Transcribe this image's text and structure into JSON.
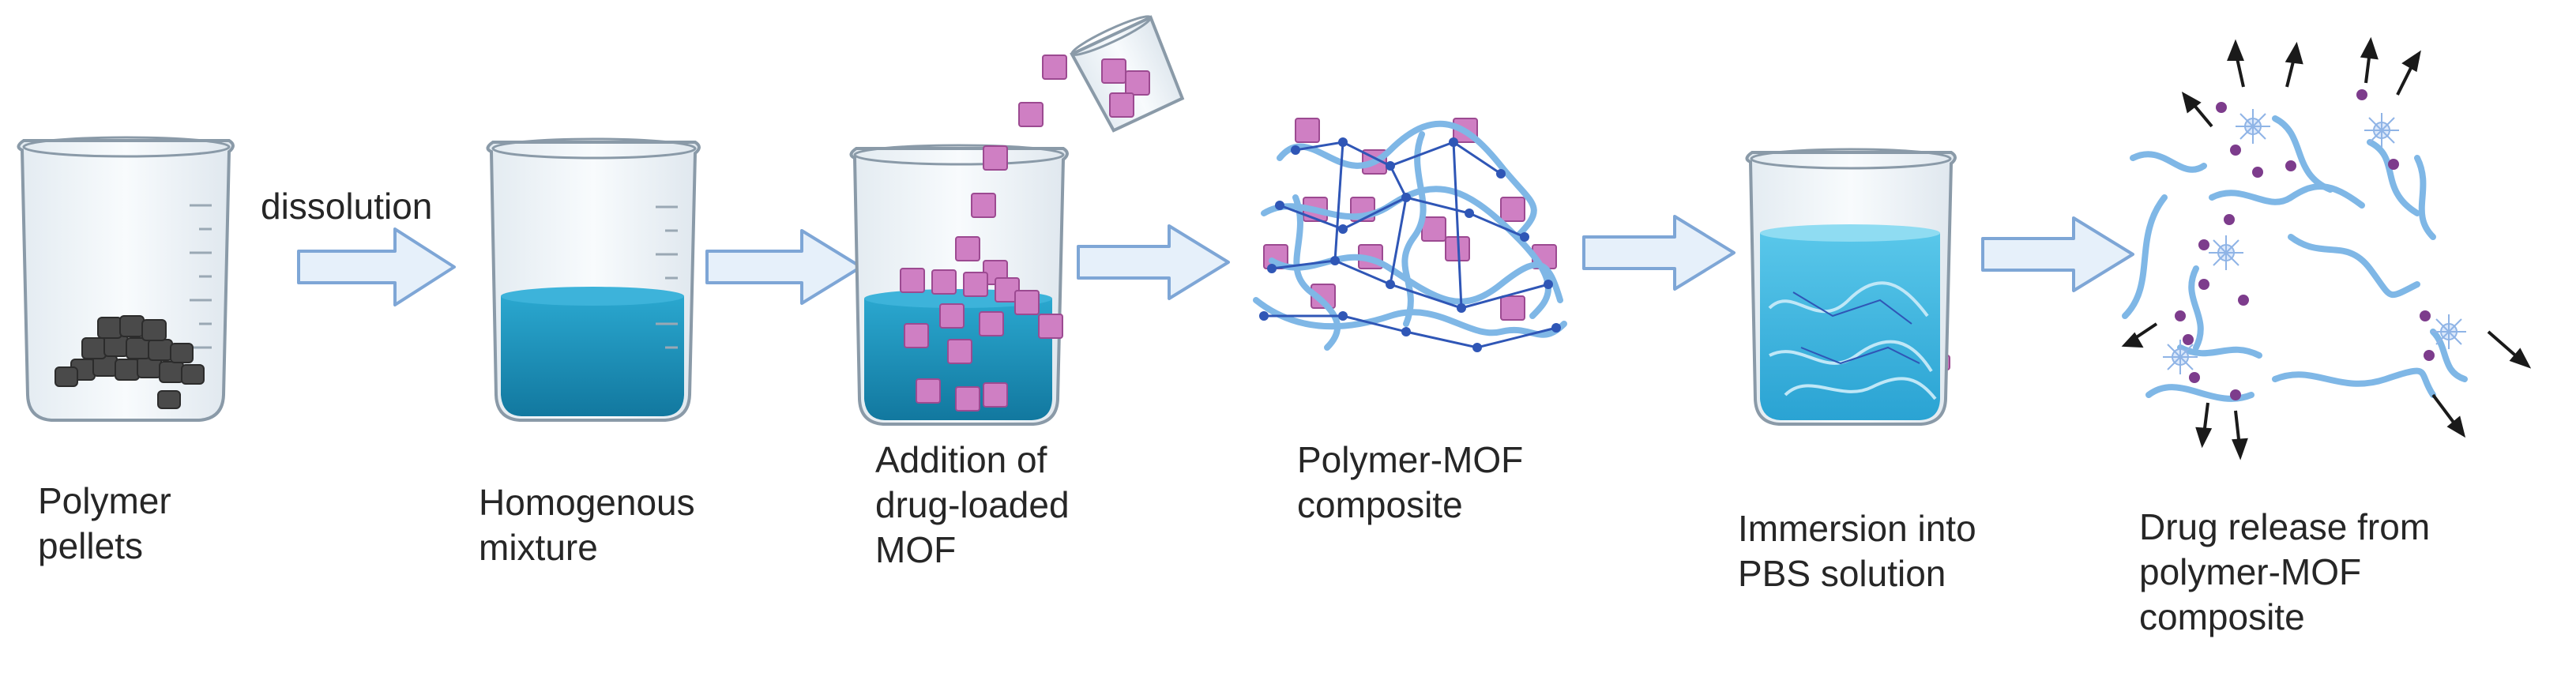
{
  "colors": {
    "glass_outline": "#8a9aa8",
    "glass_fill": "#eef3f7",
    "liquid": "#1f9cc6",
    "liquid_light": "#56c3e6",
    "mof_cube": "#cf7fc3",
    "mof_cube_edge": "#9c4a91",
    "polymer_chain": "#7fb7e6",
    "crosslink_node": "#2f56b6",
    "drug_dot": "#7d3c8c",
    "pellet": "#4a4a4a",
    "process_arrow_fill": "#e6f0fa",
    "process_arrow_edge": "#7ea6d6",
    "release_arrow": "#1a1a1a"
  },
  "step_label": "dissolution",
  "steps": [
    {
      "name": "step-polymer-pellets",
      "caption": [
        "Polymer",
        "pellets"
      ],
      "icon": "beaker-with-pellets-icon"
    },
    {
      "name": "step-homogenous-mixture",
      "caption": [
        "Homogenous",
        "mixture"
      ],
      "icon": "beaker-with-solution-icon"
    },
    {
      "name": "step-addition-mof",
      "caption": [
        "Addition of",
        "drug-loaded",
        "MOF"
      ],
      "icon": "beaker-with-mof-icon"
    },
    {
      "name": "step-polymer-mof-composite",
      "caption": [
        "Polymer-MOF",
        "composite"
      ],
      "icon": "polymer-network-icon"
    },
    {
      "name": "step-immersion-pbs",
      "caption": [
        "Immersion into",
        "PBS solution"
      ],
      "icon": "beaker-with-composite-icon"
    },
    {
      "name": "step-drug-release",
      "caption": [
        "Drug release from",
        "polymer-MOF",
        "composite"
      ],
      "icon": "drug-release-icon"
    }
  ]
}
